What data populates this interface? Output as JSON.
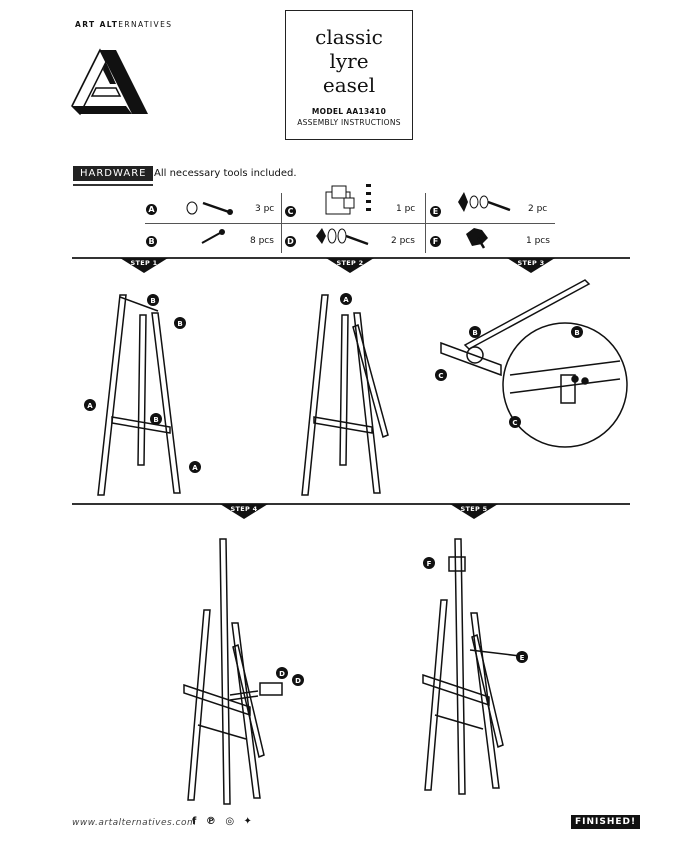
{
  "brand": {
    "bold": "ART ALT",
    "rest": "ERNATIVES"
  },
  "title": {
    "line1": "classic",
    "line2": "lyre",
    "line3": "easel",
    "model": "MODEL AA13410",
    "subtitle": "ASSEMBLY INSTRUCTIONS"
  },
  "hardware": {
    "label": "HARDWARE",
    "note": "All necessary tools included.",
    "items": [
      {
        "letter": "A",
        "qty": "3 pc"
      },
      {
        "letter": "B",
        "qty": "8 pcs"
      },
      {
        "letter": "C",
        "qty": "1 pc"
      },
      {
        "letter": "D",
        "qty": "2 pcs"
      },
      {
        "letter": "E",
        "qty": "2 pc"
      },
      {
        "letter": "F",
        "qty": "1 pcs"
      }
    ]
  },
  "steps": [
    "STEP 1",
    "STEP 2",
    "STEP 3",
    "STEP 4",
    "STEP 5"
  ],
  "callouts": {
    "a": "A",
    "b": "B",
    "c": "C",
    "d": "D",
    "e": "E",
    "f": "F"
  },
  "footer": {
    "url": "www.artalternatives.com",
    "social": "f ℗ ◎ ✦",
    "finished": "FINISHED!"
  }
}
